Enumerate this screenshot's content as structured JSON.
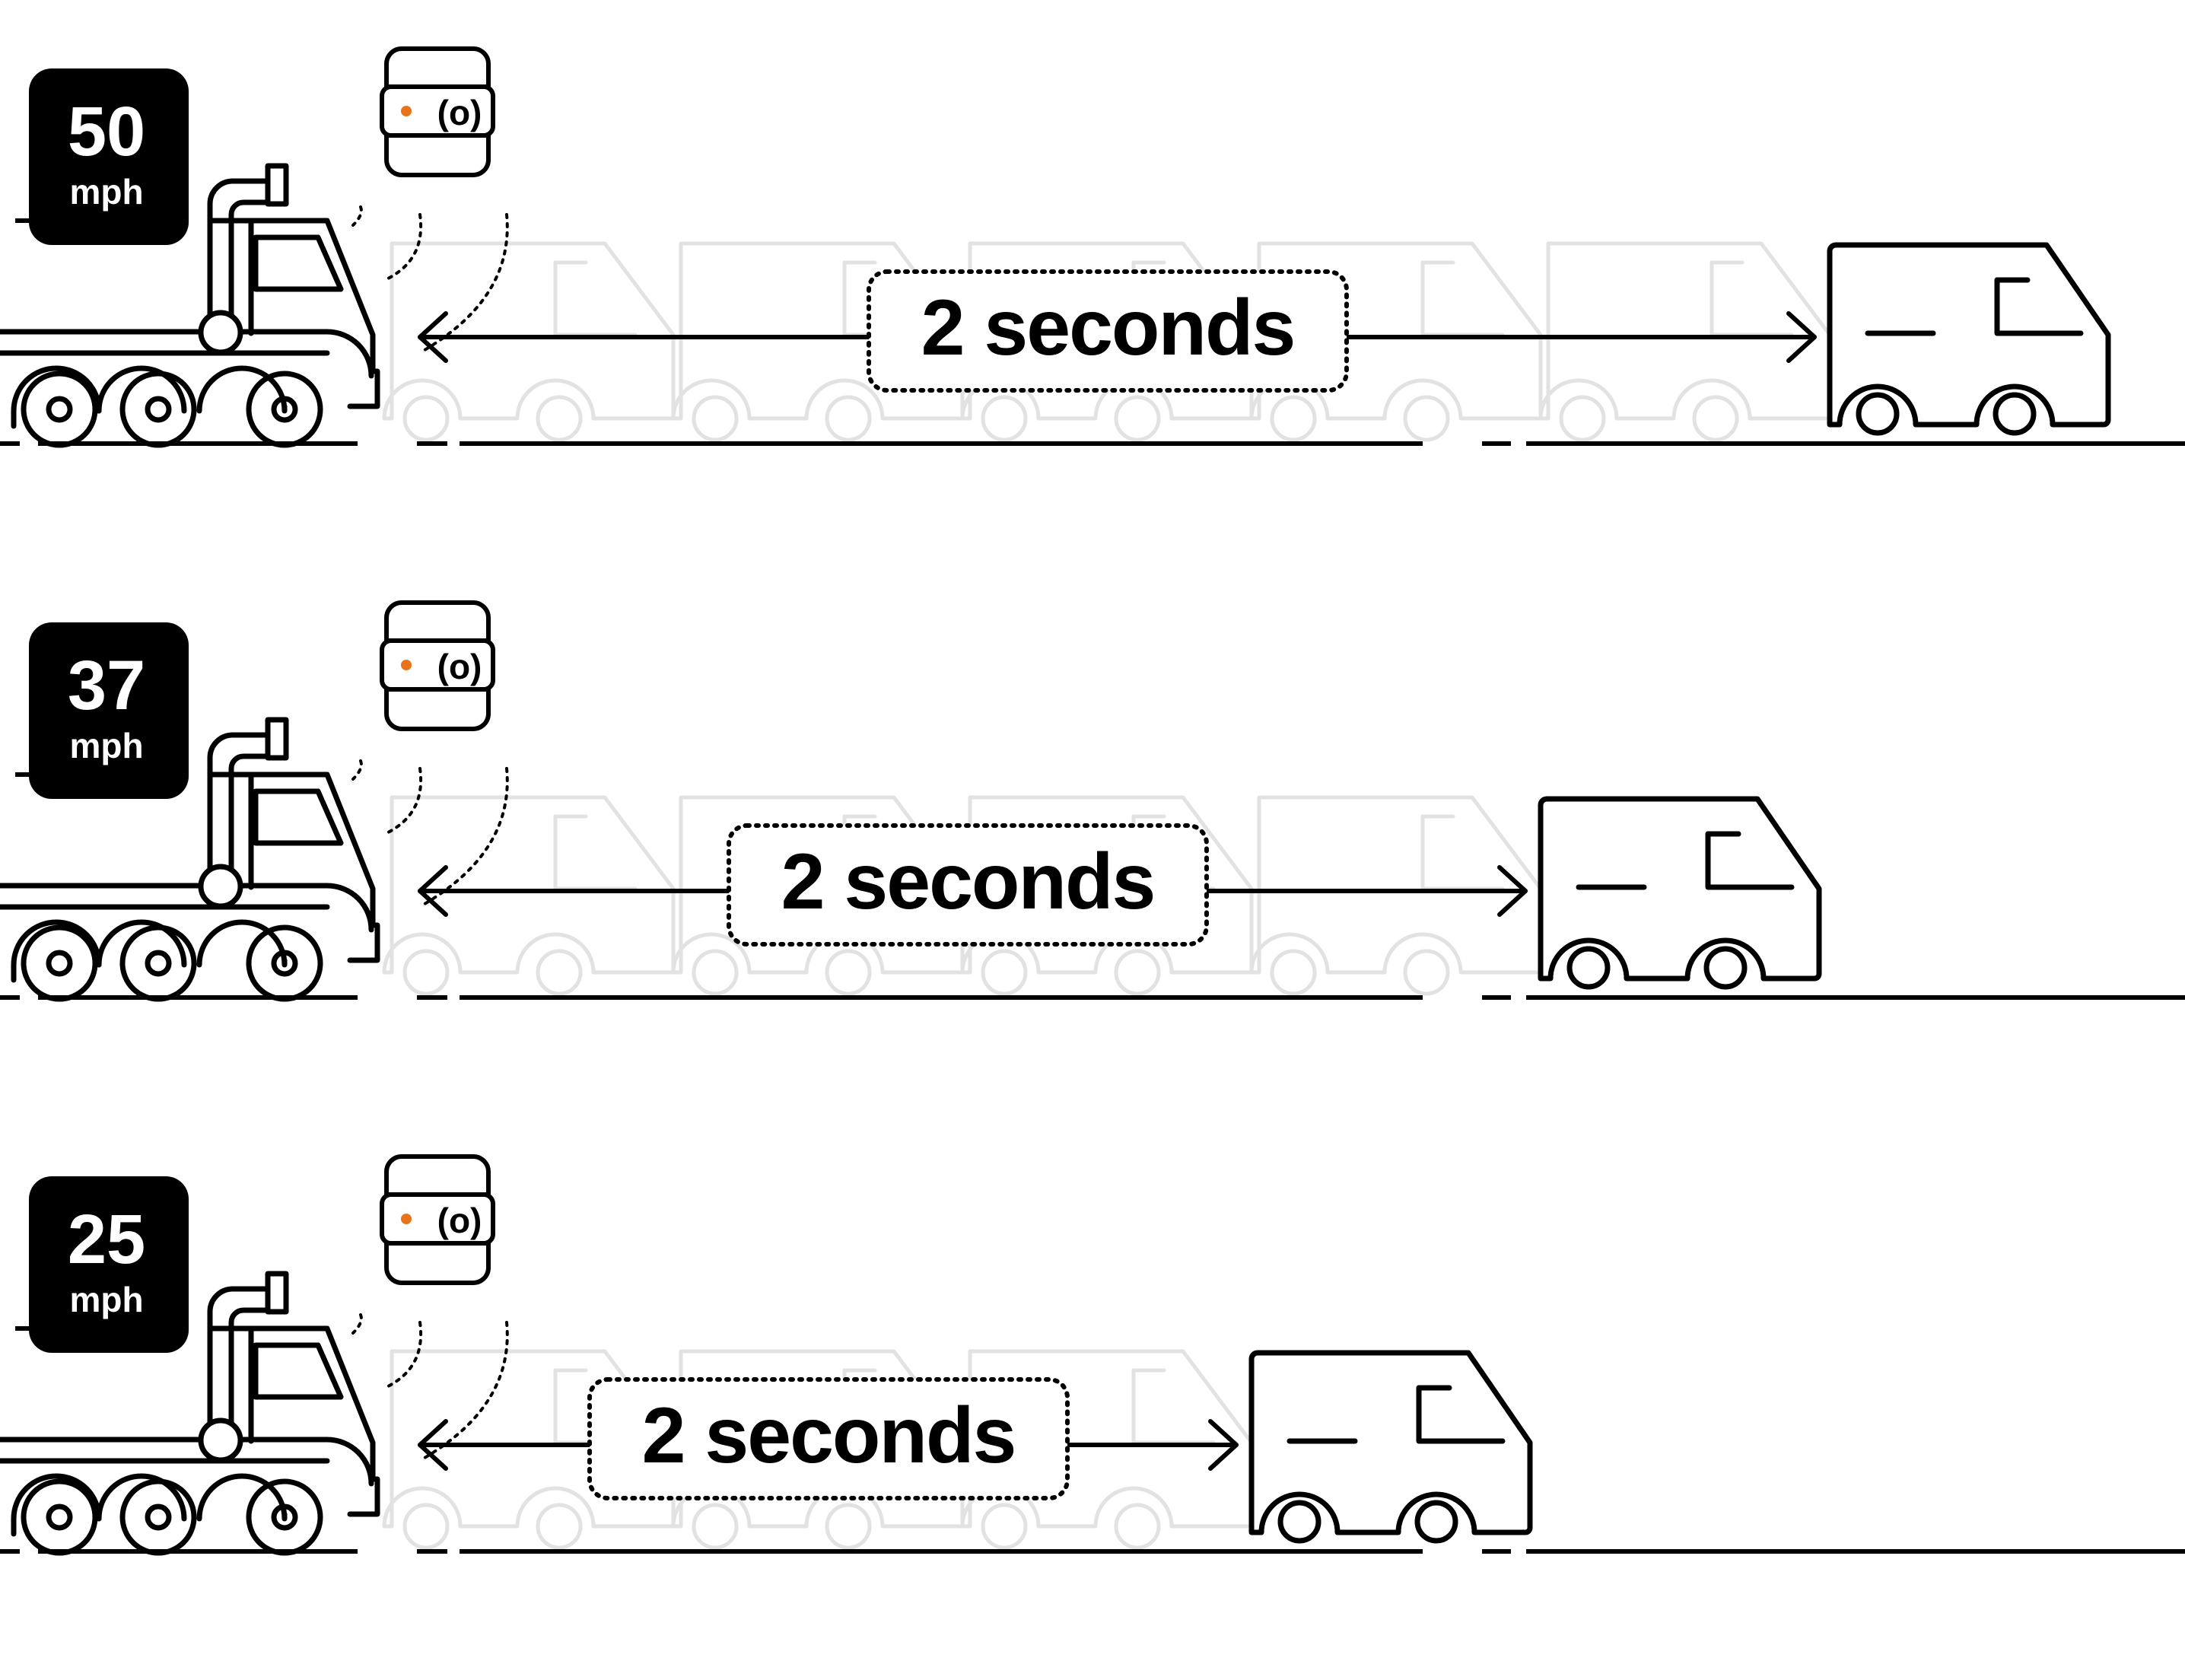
{
  "colors": {
    "line": "#000000",
    "ghost": "#e2e2e2",
    "badge_bg": "#000000",
    "badge_text": "#ffffff",
    "sensor_dot": "#e8731a"
  },
  "rows": [
    {
      "speed": "50",
      "unit": "mph",
      "gap_label": "2 seconds",
      "sensor_icon": "radar-sensor-icon"
    },
    {
      "speed": "37",
      "unit": "mph",
      "gap_label": "2 seconds",
      "sensor_icon": "radar-sensor-icon"
    },
    {
      "speed": "25",
      "unit": "mph",
      "gap_label": "2 seconds",
      "sensor_icon": "radar-sensor-icon"
    }
  ]
}
